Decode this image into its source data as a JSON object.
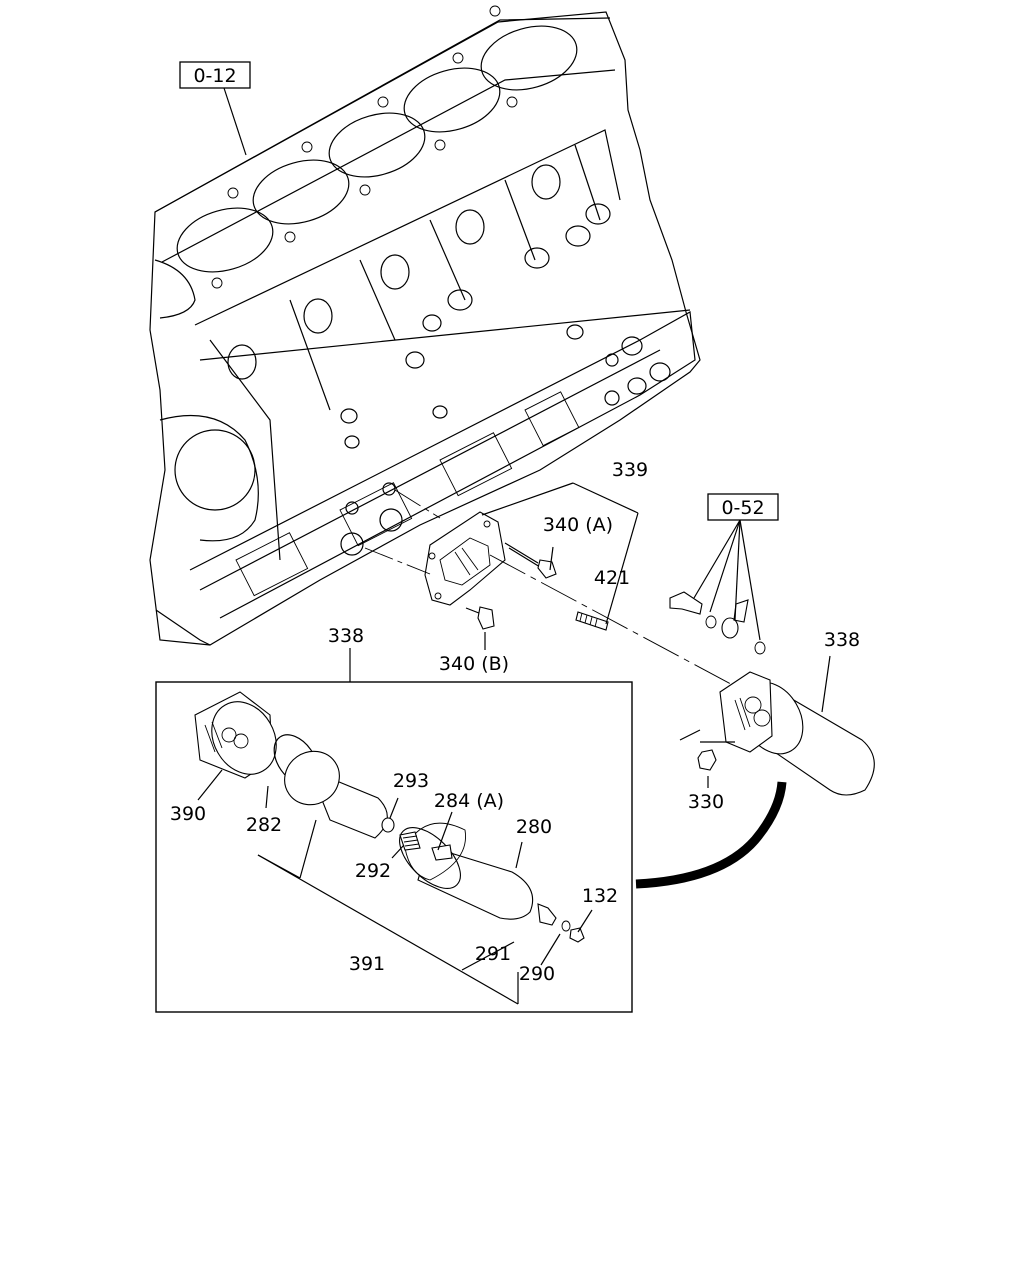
{
  "refs": {
    "block": "0-12",
    "attach": "0-52"
  },
  "labels": {
    "p339": "339",
    "p340a": "340 (A)",
    "p421": "421",
    "p340b": "340 (B)",
    "p338_left": "338",
    "p338_right": "338",
    "p330": "330",
    "p390": "390",
    "p282": "282",
    "p293": "293",
    "p284a": "284 (A)",
    "p280": "280",
    "p292": "292",
    "p132": "132",
    "p391": "391",
    "p291": "291",
    "p290": "290"
  }
}
